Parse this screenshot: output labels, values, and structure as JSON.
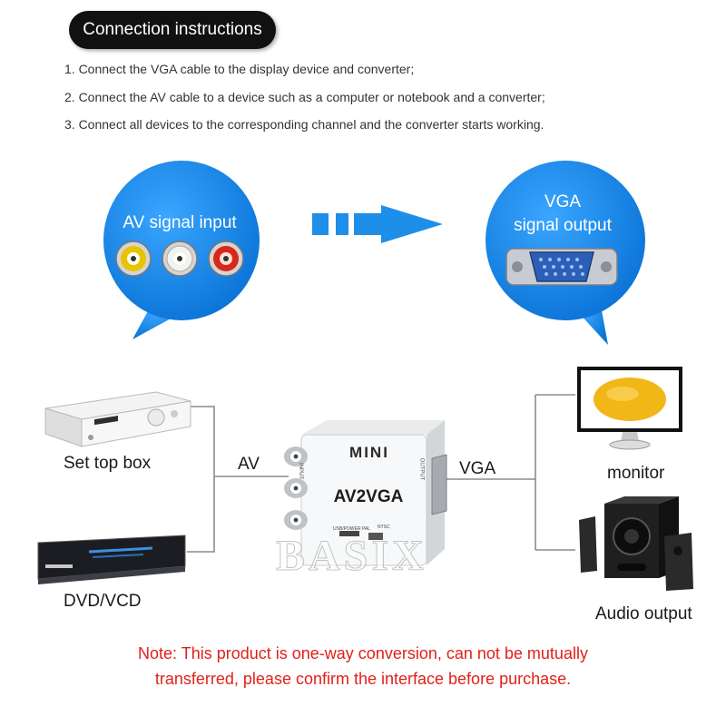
{
  "header": {
    "title": "Connection instructions"
  },
  "steps": [
    "1. Connect the VGA cable to the display device and converter;",
    "2. Connect the AV cable to a device such as a computer or notebook and a converter;",
    "3. Connect all devices to the corresponding channel and the converter starts working."
  ],
  "input_bubble": {
    "label": "AV signal input",
    "connector_colors": [
      "#e8c300",
      "#f2f2ee",
      "#d8281c"
    ]
  },
  "output_bubble": {
    "line1": "VGA",
    "line2": "signal output"
  },
  "sources": [
    {
      "label": "Set top box",
      "icon": "set-top-box-icon"
    },
    {
      "label": "DVD/VCD",
      "icon": "dvd-player-icon"
    }
  ],
  "sinks": [
    {
      "label": "monitor",
      "icon": "monitor-icon"
    },
    {
      "label": "Audio output",
      "icon": "speaker-system-icon"
    }
  ],
  "connections": {
    "left": "AV",
    "right": "VGA"
  },
  "device": {
    "brand": "MINI",
    "model": "AV2VGA",
    "input_side": "INPUT",
    "output_side": "OUTPUT",
    "usb_label": "USB/POWER",
    "pal_label": "PAL",
    "ntsc_label": "NTSC"
  },
  "watermark": "BASIX",
  "note": {
    "line1": "Note: This product is one-way conversion, can not be mutually",
    "line2": "transferred, please confirm the interface before purchase."
  },
  "colors": {
    "bubble_blue": "#1e8fe9",
    "arrow_blue": "#1e8fe9",
    "note_red": "#e0211a",
    "line_gray": "#8c8c8c"
  }
}
